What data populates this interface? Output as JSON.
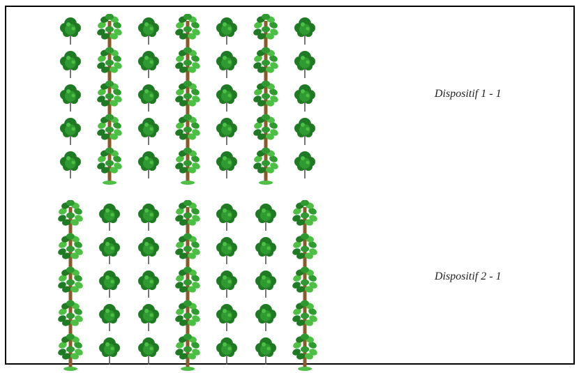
{
  "figure": {
    "layouts": [
      {
        "label": "Dispositif 1 - 1",
        "columns": [
          "shrub",
          "tall",
          "shrub",
          "tall",
          "shrub",
          "tall",
          "shrub"
        ],
        "rows": 5
      },
      {
        "label": "Dispositif 2 - 1",
        "columns": [
          "tall",
          "shrub",
          "shrub",
          "tall",
          "shrub",
          "shrub",
          "tall"
        ],
        "rows": 5
      }
    ],
    "colors": {
      "foliage_dark": "#1e7a23",
      "foliage_mid": "#2f9a2f",
      "foliage_light": "#4cbf44",
      "trunk": "#8a5a2b",
      "stem": "#555555",
      "border": "#000000"
    }
  }
}
